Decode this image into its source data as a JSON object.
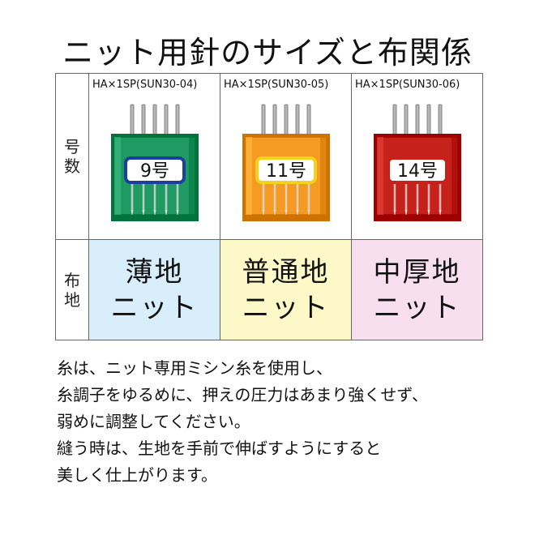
{
  "title": "ニット用針のサイズと布関係",
  "row_labels": {
    "size": [
      "号",
      "数"
    ],
    "fabric": [
      "布",
      "地"
    ]
  },
  "packages": [
    {
      "code": "HA×1SP(SUN30-04)",
      "size": "9号",
      "color": "#1f9a63",
      "frame": "#1b3f9c"
    },
    {
      "code": "HA×1SP(SUN30-05)",
      "size": "11号",
      "color": "#f59a22",
      "frame": "#f2d21a"
    },
    {
      "code": "HA×1SP(SUN30-06)",
      "size": "14号",
      "color": "#c6211b",
      "frame": "#c6211b"
    }
  ],
  "fabrics": [
    {
      "line1": "薄地",
      "line2": "ニット",
      "bg": "#d8eefb"
    },
    {
      "line1": "普通地",
      "line2": "ニット",
      "bg": "#fdf8c8"
    },
    {
      "line1": "中厚地",
      "line2": "ニット",
      "bg": "#f8dff0"
    }
  ],
  "notes": [
    "糸は、ニット専用ミシン糸を使用し、",
    "糸調子をゆるめに、押えの圧力はあまり強くせず、",
    "弱めに調整してください。",
    "縫う時は、生地を手前で伸ばすようにすると",
    "美しく仕上がります。"
  ]
}
